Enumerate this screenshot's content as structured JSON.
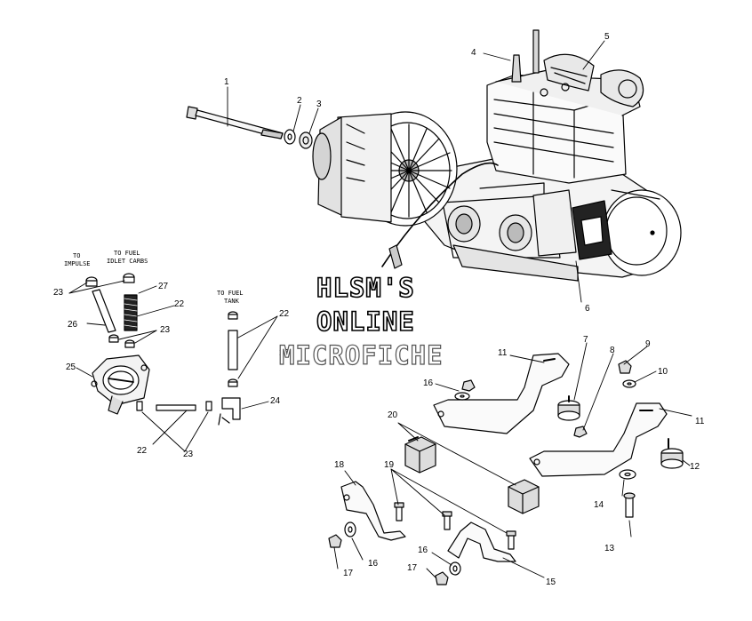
{
  "watermark": {
    "line1": "HLSM'S",
    "line2": "ONLINE",
    "line3": "MICROFICHE"
  },
  "notes": {
    "to_impulse_1": "TO",
    "to_impulse_2": "IMPULSE",
    "to_fuel_idlet_1": "TO FUEL",
    "to_fuel_idlet_2": "IDLET CARBS",
    "to_fuel_tank_1": "TO FUEL",
    "to_fuel_tank_2": "TANK"
  },
  "callouts": {
    "c1": "1",
    "c2": "2",
    "c3": "3",
    "c4": "4",
    "c5": "5",
    "c6": "6",
    "c7": "7",
    "c8": "8",
    "c9": "9",
    "c10": "10",
    "c11a": "11",
    "c11b": "11",
    "c12": "12",
    "c13": "13",
    "c14": "14",
    "c15": "15",
    "c16a": "16",
    "c16b": "16",
    "c16c": "16",
    "c17a": "17",
    "c17b": "17",
    "c18": "18",
    "c19": "19",
    "c20": "20",
    "c22a": "22",
    "c22b": "22",
    "c22c": "22",
    "c22d": "22",
    "c23a": "23",
    "c23b": "23",
    "c23c": "23",
    "c24": "24",
    "c25": "25",
    "c26": "26",
    "c27": "27"
  }
}
